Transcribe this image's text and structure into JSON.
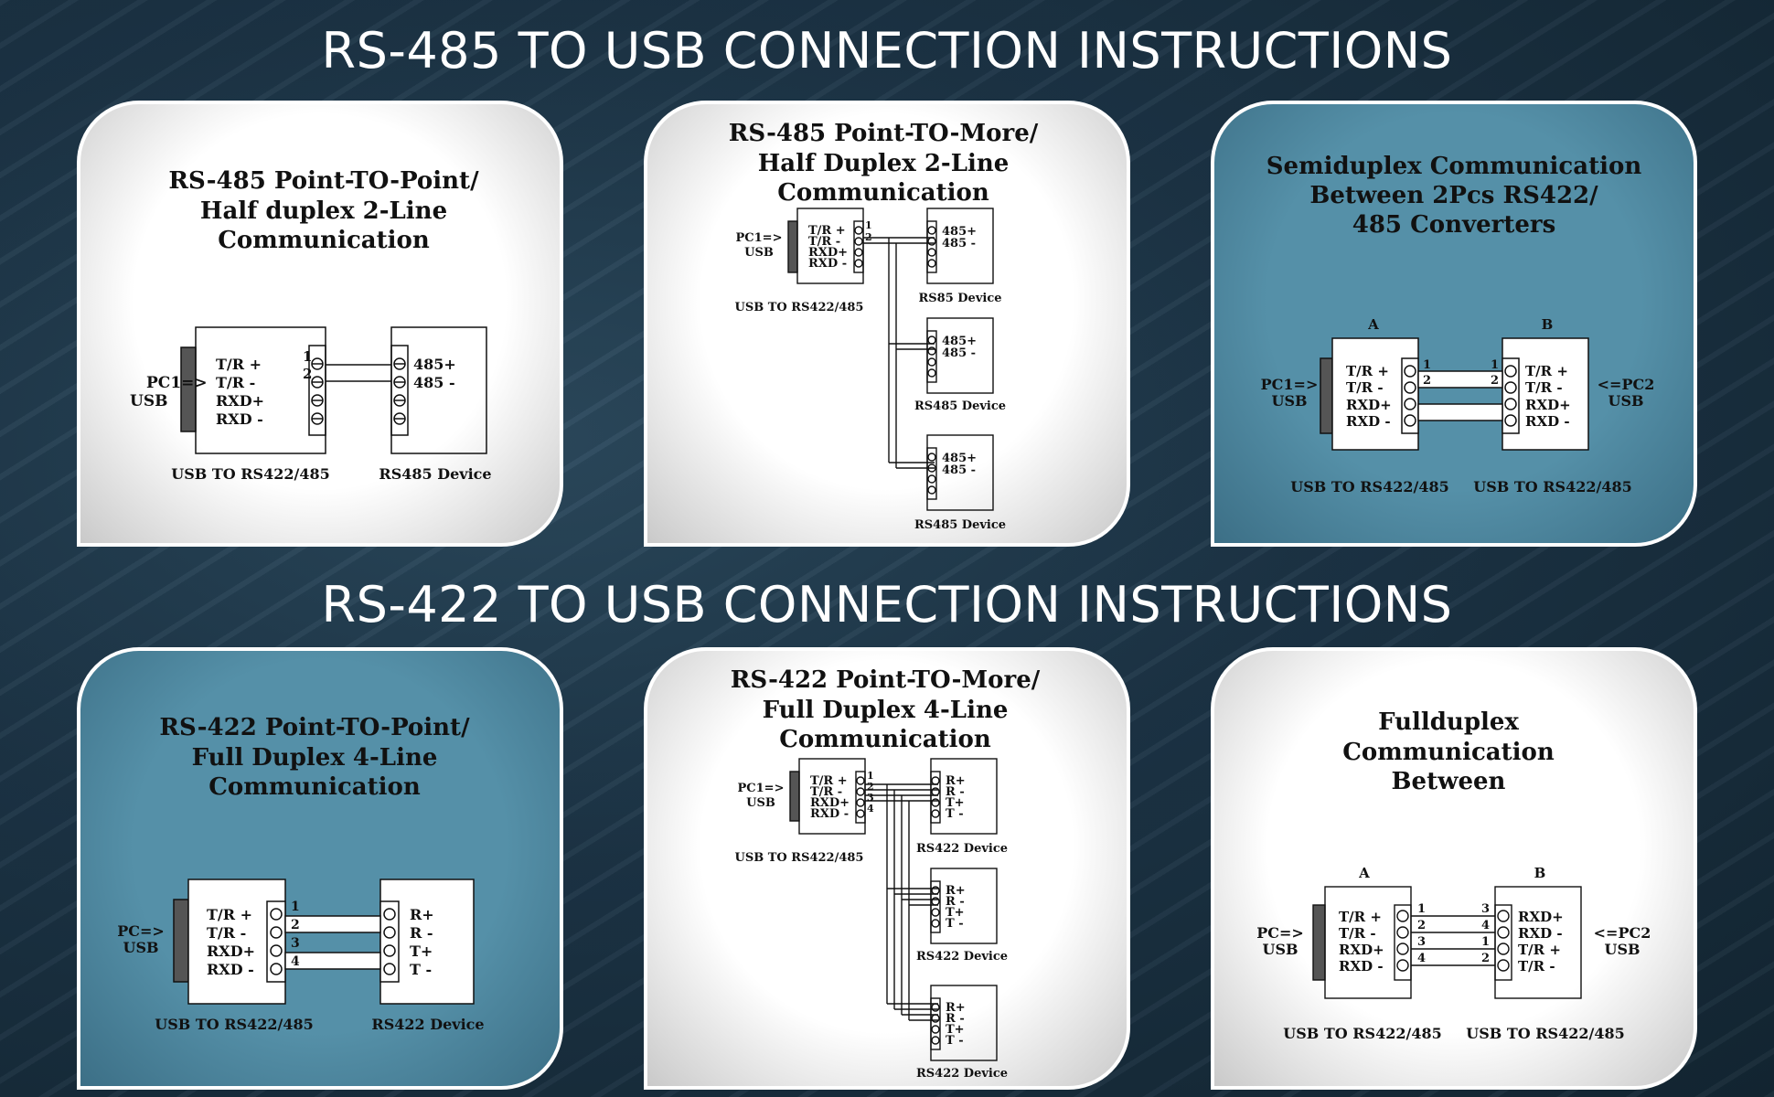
{
  "titles": {
    "rs485": "RS-485 TO USB CONNECTION INSTRUCTIONS",
    "rs422": "RS-422 TO USB CONNECTION INSTRUCTIONS"
  },
  "common": {
    "pc1": "PC1=>",
    "pc": "PC=>",
    "usb": "USB",
    "pc2": "<=PC2",
    "converter": "USB TO RS422/485",
    "tr_plus": "T/R +",
    "tr_minus": "T/R  -",
    "rxd_plus": "RXD+",
    "rxd_minus": "RXD -",
    "p485_plus": "485+",
    "p485_minus": "485 -",
    "r_plus": "R+",
    "r_minus": "R -",
    "t_plus": "T+",
    "t_minus": "T -",
    "rs485_device": "RS485 Device",
    "rs85_device": "RS85 Device",
    "rs422_device": "RS422 Device",
    "side_a": "A",
    "side_b": "B",
    "n1": "1",
    "n2": "2",
    "n3": "3",
    "n4": "4"
  },
  "panels": {
    "p1": {
      "l1": "RS-485 Point-TO-Point/",
      "l2": "Half duplex 2-Line",
      "l3": "Communication"
    },
    "p2": {
      "l1": "RS-485 Point-TO-More/",
      "l2": "Half Duplex 2-Line",
      "l3": "Communication"
    },
    "p3": {
      "l1": "Semiduplex Communication",
      "l2": "Between 2Pcs RS422/",
      "l3": "485 Converters"
    },
    "p4": {
      "l1": "RS-422 Point-TO-Point/",
      "l2": "Full Duplex 4-Line",
      "l3": "Communication"
    },
    "p5": {
      "l1": "RS-422 Point-TO-More/",
      "l2": "Full Duplex 4-Line",
      "l3": "Communication"
    },
    "p6": {
      "l1": "Fullduplex",
      "l2": "Communication",
      "l3": "Between"
    }
  }
}
